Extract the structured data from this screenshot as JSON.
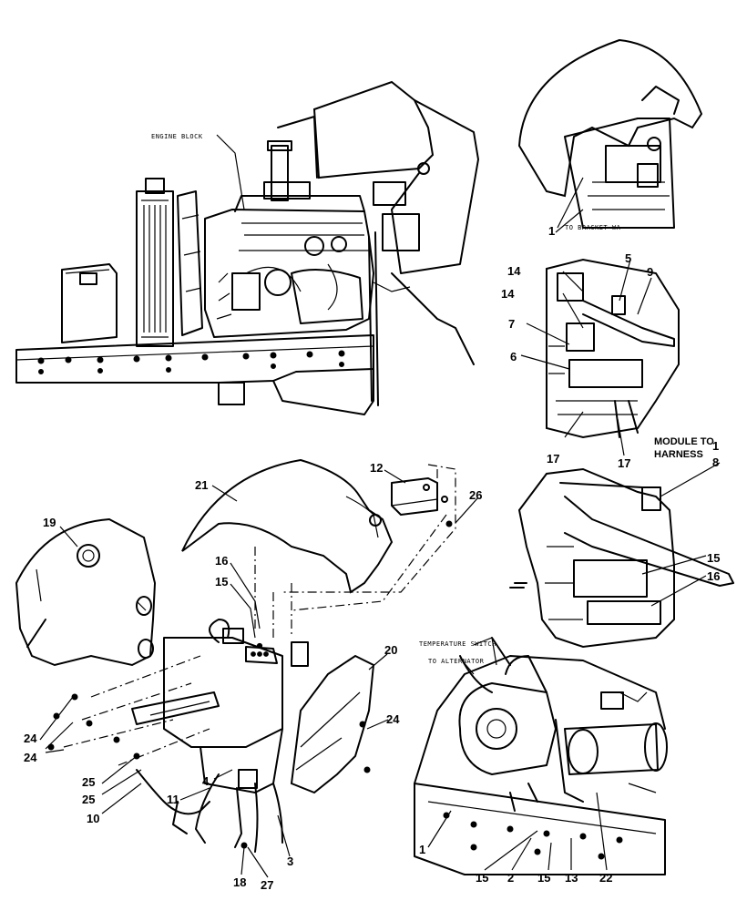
{
  "annotations": {
    "engine_block": "ENGINE BLOCK",
    "to_bracket": "TO BRACKET WA",
    "module_to": "MODULE TO",
    "harness": "HARNESS",
    "temperature_switch": "TEMPERATURE SWITCH",
    "to_alternator": "TO ALTERNATOR"
  },
  "callouts": [
    {
      "text": "1"
    },
    {
      "text": "5"
    },
    {
      "text": "9"
    },
    {
      "text": "14"
    },
    {
      "text": "14"
    },
    {
      "text": "7"
    },
    {
      "text": "6"
    },
    {
      "text": "17"
    },
    {
      "text": "17"
    },
    {
      "text": "1"
    },
    {
      "text": "8"
    },
    {
      "text": "15"
    },
    {
      "text": "16"
    },
    {
      "text": "21"
    },
    {
      "text": "12"
    },
    {
      "text": "26"
    },
    {
      "text": "19"
    },
    {
      "text": "16"
    },
    {
      "text": "15"
    },
    {
      "text": "20"
    },
    {
      "text": "24"
    },
    {
      "text": "24"
    },
    {
      "text": "24"
    },
    {
      "text": "25"
    },
    {
      "text": "25"
    },
    {
      "text": "4"
    },
    {
      "text": "11"
    },
    {
      "text": "10"
    },
    {
      "text": "3"
    },
    {
      "text": "18"
    },
    {
      "text": "27"
    },
    {
      "text": "1"
    },
    {
      "text": "15"
    },
    {
      "text": "2"
    },
    {
      "text": "15"
    },
    {
      "text": "13"
    },
    {
      "text": "22"
    }
  ]
}
